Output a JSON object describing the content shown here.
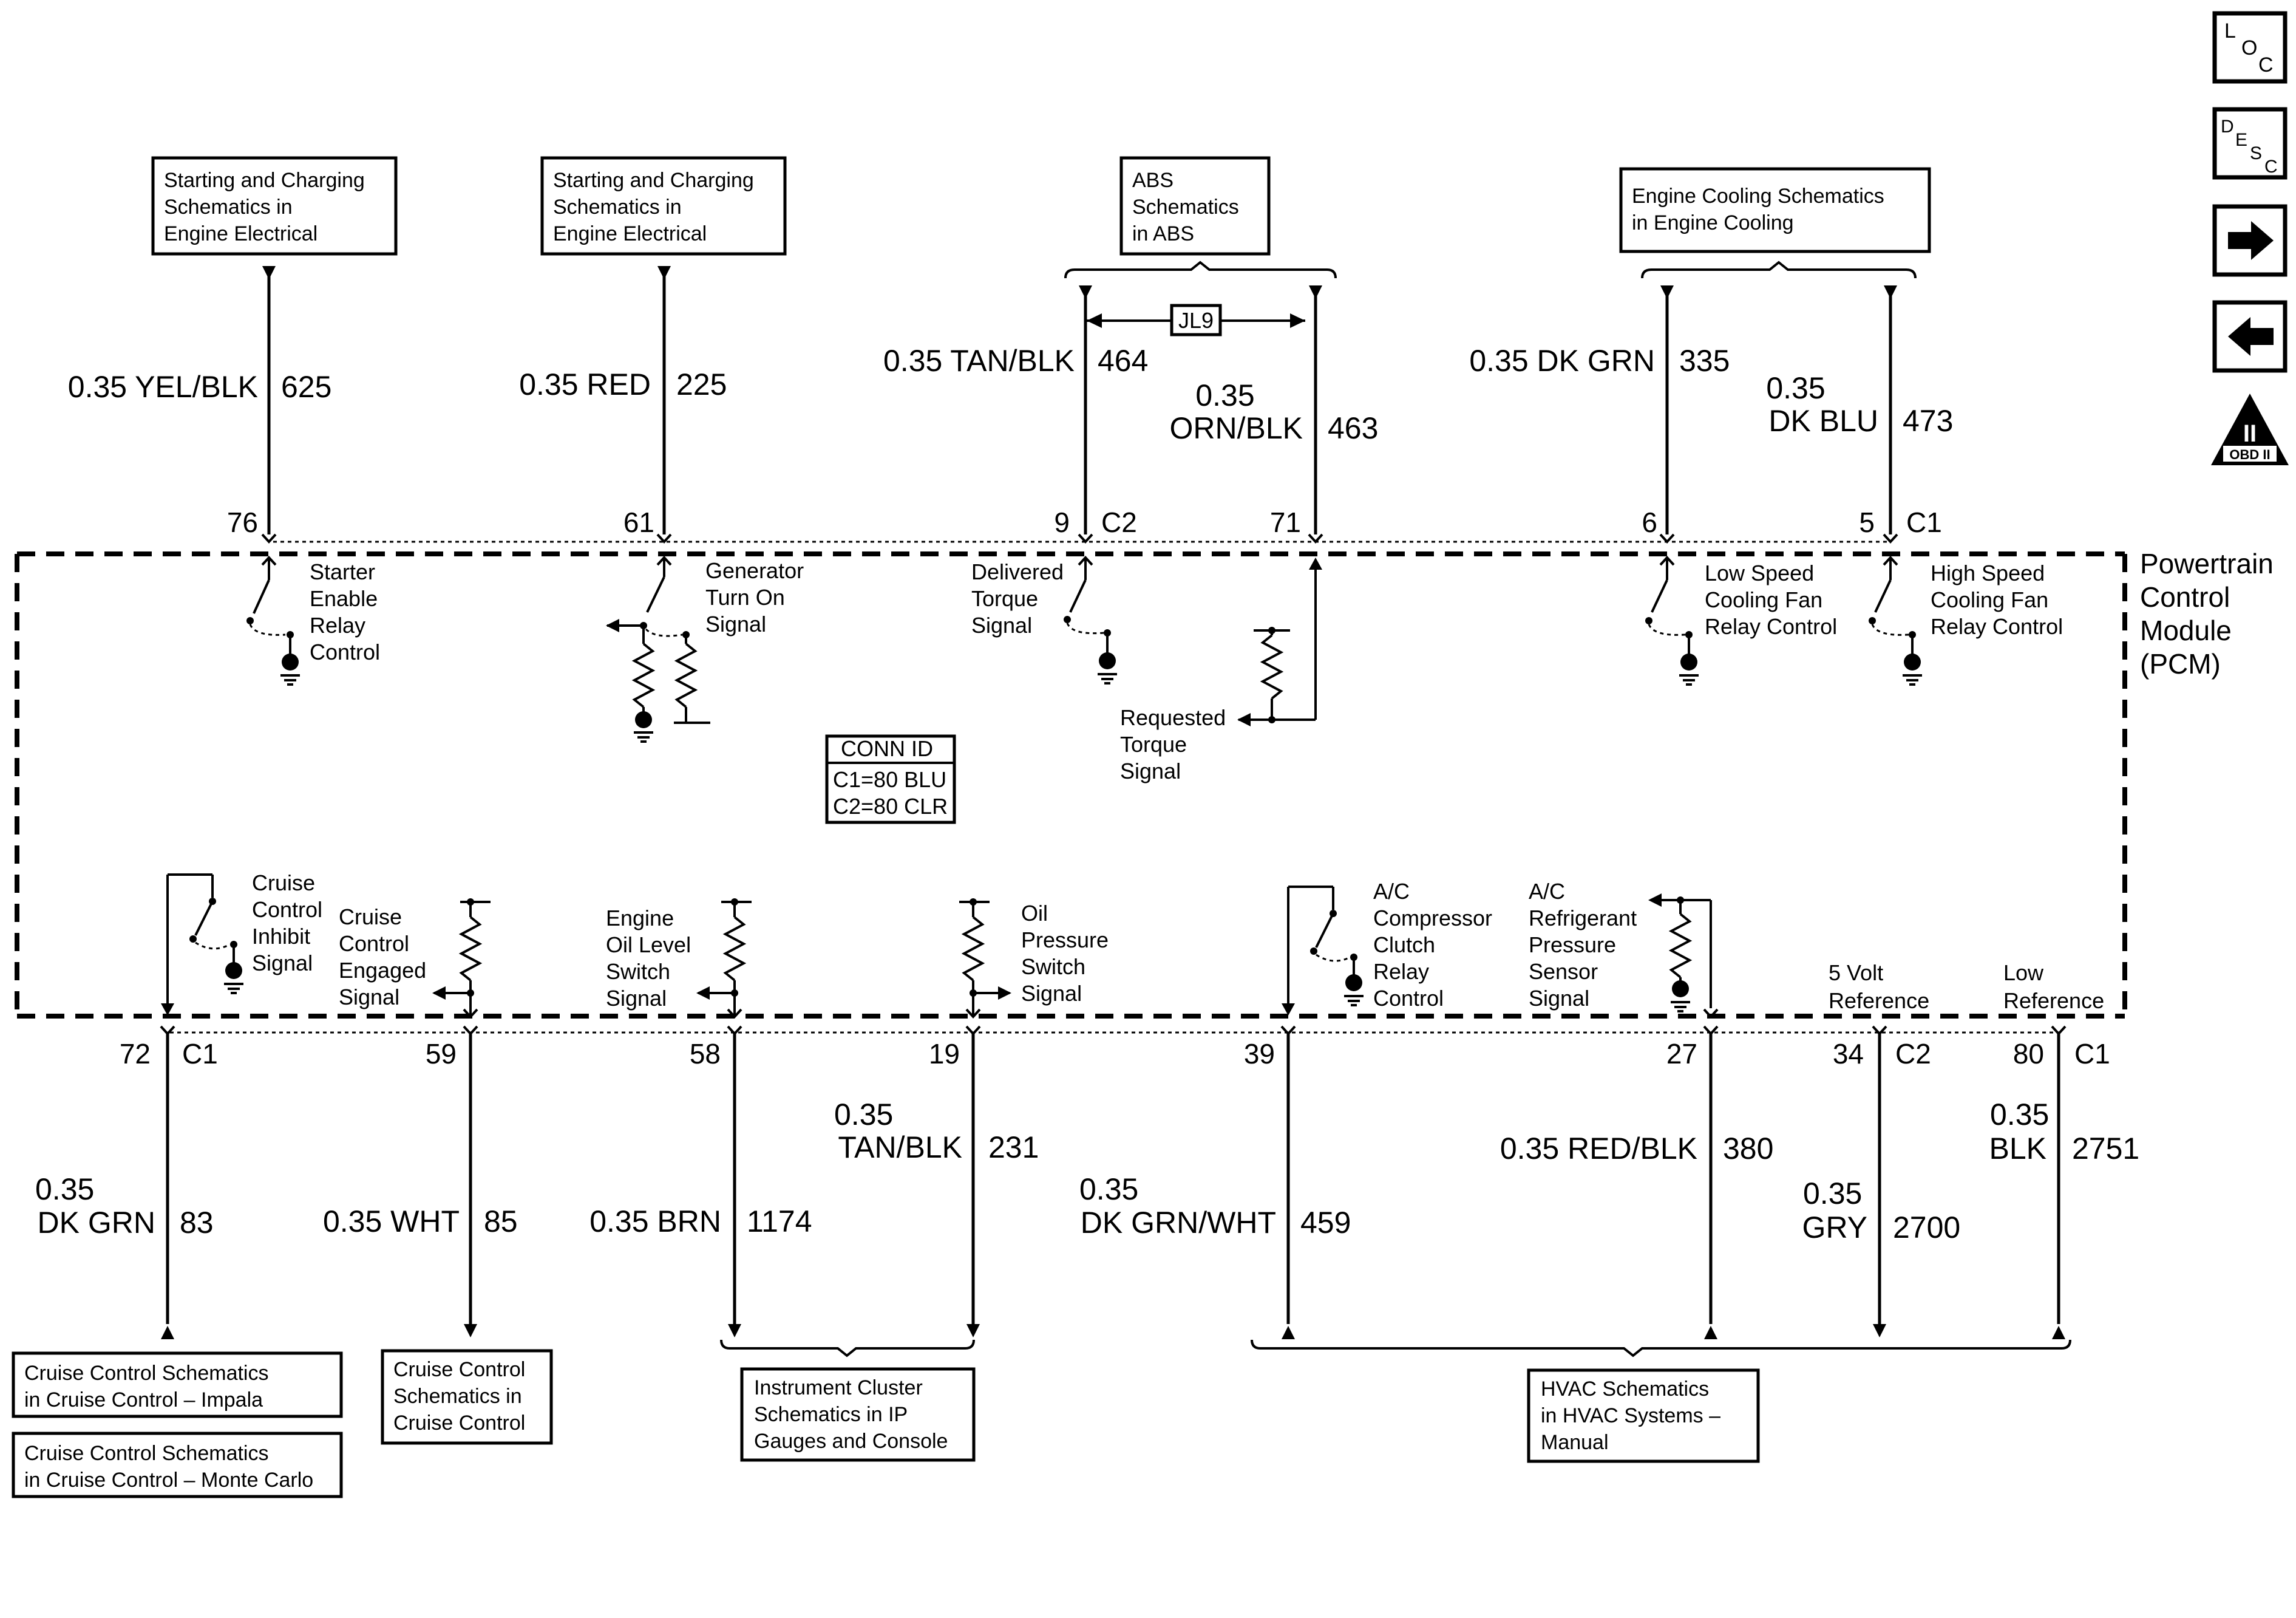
{
  "module": {
    "line1": "Powertrain",
    "line2": "Control",
    "line3": "Module",
    "line4": "(PCM)"
  },
  "conn_id": {
    "title": "CONN ID",
    "c1": "C1=80 BLU",
    "c2": "C2=80 CLR"
  },
  "splice": "JL9",
  "nav": {
    "loc": {
      "a": "L",
      "b": "O",
      "c": "C"
    },
    "desc": {
      "a": "D",
      "b": "E",
      "c": "S",
      "d": "C"
    },
    "forward_icon": "right-arrow",
    "back_icon": "left-arrow",
    "obd": {
      "numeral": "II",
      "label": "OBD II"
    }
  },
  "top_boxes": {
    "start1": [
      "Starting and Charging",
      "Schematics in",
      "Engine Electrical"
    ],
    "start2": [
      "Starting and Charging",
      "Schematics in",
      "Engine Electrical"
    ],
    "abs": [
      "ABS",
      "Schematics",
      "in ABS"
    ],
    "cooling": [
      "Engine Cooling Schematics",
      "in Engine Cooling"
    ]
  },
  "bottom_boxes": {
    "cruise_impala": [
      "Cruise Control Schematics",
      "in Cruise Control – Impala"
    ],
    "cruise_monte": [
      "Cruise Control Schematics",
      "in Cruise Control – Monte Carlo"
    ],
    "cruise_generic": [
      "Cruise Control",
      "Schematics in",
      "Cruise Control"
    ],
    "cluster": [
      "Instrument Cluster",
      "Schematics in IP",
      "Gauges and Console"
    ],
    "hvac": [
      "HVAC Schematics",
      "in HVAC Systems –",
      "Manual"
    ]
  },
  "top_wires": [
    {
      "pin": "76",
      "wire": [
        "0.35 YEL/BLK"
      ],
      "circuit": "625",
      "connector": ""
    },
    {
      "pin": "61",
      "wire": [
        "0.35 RED"
      ],
      "circuit": "225",
      "connector": ""
    },
    {
      "pin": "9",
      "wire": [
        "0.35 TAN/BLK"
      ],
      "circuit": "464",
      "connector": "C2"
    },
    {
      "pin": "71",
      "wire": [
        "0.35",
        "ORN/BLK"
      ],
      "circuit": "463",
      "connector": ""
    },
    {
      "pin": "6",
      "wire": [
        "0.35 DK GRN"
      ],
      "circuit": "335",
      "connector": ""
    },
    {
      "pin": "5",
      "wire": [
        "0.35",
        "DK BLU"
      ],
      "circuit": "473",
      "connector": "C1"
    }
  ],
  "bottom_wires": [
    {
      "pin": "72",
      "connector": "C1",
      "wire": [
        "0.35",
        "DK GRN"
      ],
      "circuit": "83"
    },
    {
      "pin": "59",
      "connector": "",
      "wire": [
        "0.35 WHT"
      ],
      "circuit": "85"
    },
    {
      "pin": "58",
      "connector": "",
      "wire": [
        "0.35 BRN"
      ],
      "circuit": "1174"
    },
    {
      "pin": "19",
      "connector": "",
      "wire": [
        "0.35",
        "TAN/BLK"
      ],
      "circuit": "231"
    },
    {
      "pin": "39",
      "connector": "",
      "wire": [
        "0.35",
        "DK GRN/WHT"
      ],
      "circuit": "459"
    },
    {
      "pin": "27",
      "connector": "",
      "wire": [
        "0.35 RED/BLK"
      ],
      "circuit": "380"
    },
    {
      "pin": "34",
      "connector": "C2",
      "wire": [
        "0.35",
        "GRY"
      ],
      "circuit": "2700"
    },
    {
      "pin": "80",
      "connector": "C1",
      "wire": [
        "0.35",
        "BLK"
      ],
      "circuit": "2751"
    }
  ],
  "signals": {
    "starter": [
      "Starter",
      "Enable",
      "Relay",
      "Control"
    ],
    "generator": [
      "Generator",
      "Turn On",
      "Signal"
    ],
    "delivered": [
      "Delivered",
      "Torque",
      "Signal"
    ],
    "requested": [
      "Requested",
      "Torque",
      "Signal"
    ],
    "low_fan": [
      "Low Speed",
      "Cooling Fan",
      "Relay Control"
    ],
    "high_fan": [
      "High Speed",
      "Cooling Fan",
      "Relay Control"
    ],
    "cruise_inhibit": [
      "Cruise",
      "Control",
      "Inhibit",
      "Signal"
    ],
    "cruise_engaged": [
      "Cruise",
      "Control",
      "Engaged",
      "Signal"
    ],
    "oil_level": [
      "Engine",
      "Oil Level",
      "Switch",
      "Signal"
    ],
    "oil_pressure": [
      "Oil",
      "Pressure",
      "Switch",
      "Signal"
    ],
    "ac_clutch": [
      "A/C",
      "Compressor",
      "Clutch",
      "Relay",
      "Control"
    ],
    "ac_pressure": [
      "A/C",
      "Refrigerant",
      "Pressure",
      "Sensor",
      "Signal"
    ],
    "five_volt": [
      "5 Volt",
      "Reference"
    ],
    "low_ref": [
      "Low",
      "Reference"
    ]
  }
}
